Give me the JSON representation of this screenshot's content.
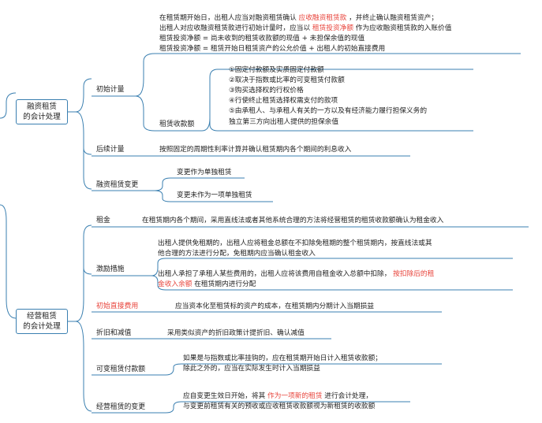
{
  "colors": {
    "line": "#3a7fb0",
    "highlight": "#e8453c",
    "text": "#222222"
  },
  "finance": {
    "title": "融资租赁的会计处理",
    "title_line1": "融资租赁",
    "title_line2": "的会计处理",
    "init": {
      "label": "初始计量",
      "p1": "在租赁期开始日，出租人应当对融资租赁确认",
      "p1_hl": "应收融资租赁款",
      "p1_end": "，并终止确认融资租赁资产；",
      "p2": "出租人对应收融资租赁款进行初始计量时，应当以",
      "p2_hl": "租赁投资净额",
      "p2_end": "作为应收融资租赁款的入账价值",
      "p3": "租赁投资净额 = 尚未收到的租赁收款额的现值 + 未担保余值的现值",
      "p4": "租赁投资净额 = 租赁开始日租赁资产的公允价值 + 出租人的初始直接费用",
      "receipts_label": "租赁收款额",
      "items": [
        "①固定付款额及实质固定付款额",
        "②取决于指数或比率的可变租赁付款额",
        "③购买选择权的行权价格",
        "④行使终止租赁选择权需支付的款项",
        "⑤由承租人、与承租人有关的一方以及有经济能力履行担保义务的",
        "独立第三方向出租人提供的担保余值"
      ]
    },
    "later": {
      "label": "后续计量",
      "text": "按照固定的周期性利率计算并确认租赁期内各个期间的利息收入"
    },
    "change": {
      "label": "融资租赁变更",
      "opt1": "变更作为单独租赁",
      "opt2": "变更未作为一项单独租赁"
    }
  },
  "operating": {
    "title_line1": "经营租赁",
    "title_line2": "的会计处理",
    "rent": {
      "label": "租金",
      "text": "在租赁期内各个期间，采用直线法或者其他系统合理的方法将经营租赁的租赁收款额确认为租金收入"
    },
    "incentive": {
      "label": "激励措施",
      "a1": "出租人提供免租期的，出租人应将租金总额在不扣除免租期的整个租赁期内，按直线法或其",
      "a2": "他合理的方法进行分配，免租期内应当确认租金收入",
      "b1": "出租人承担了承租人某些费用的，出租人应将该费用自租金收入总额中扣除，",
      "b1_hl": "按扣除后的租",
      "b2_hl": "金收入余额",
      "b2": "在租赁期内进行分配"
    },
    "direct_cost": {
      "label": "初始直接费用",
      "text": "应当资本化至租赁标的资产的成本，在租赁期内分期计入当期损益"
    },
    "depreciation": {
      "label": "折旧和减值",
      "text": "采用类似资产的折旧政策计提折旧、确认减值"
    },
    "variable": {
      "label": "可变租赁付款额",
      "t1": "如果是与指数或比率挂钩的，应在租赁期开始日计入租赁收款额；",
      "t2": "除此之外的，应当在实际发生时计入当期损益"
    },
    "change": {
      "label": "经营租赁的变更",
      "t1": "应自变更生效日开始，将其",
      "t1_hl": "作为一项新的租赁",
      "t1_end": "进行会计处理，",
      "t2": "与变更前租赁有关的预收或应收租赁收款额视为新租赁的收款额"
    }
  }
}
